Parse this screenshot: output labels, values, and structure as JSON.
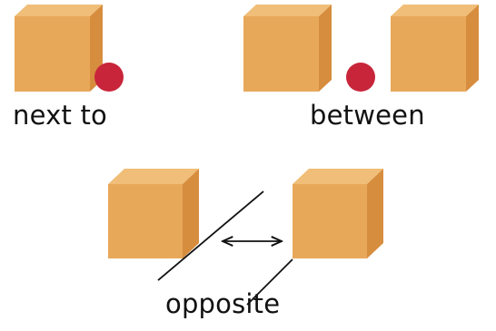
{
  "labels": {
    "next_to": "next to",
    "between": "between",
    "opposite": "opposite"
  },
  "colors": {
    "cube_front": "#E8A85A",
    "cube_top": "#F0BE78",
    "cube_side": "#D78D3E",
    "ball": "#C8253A",
    "line": "#111111"
  }
}
